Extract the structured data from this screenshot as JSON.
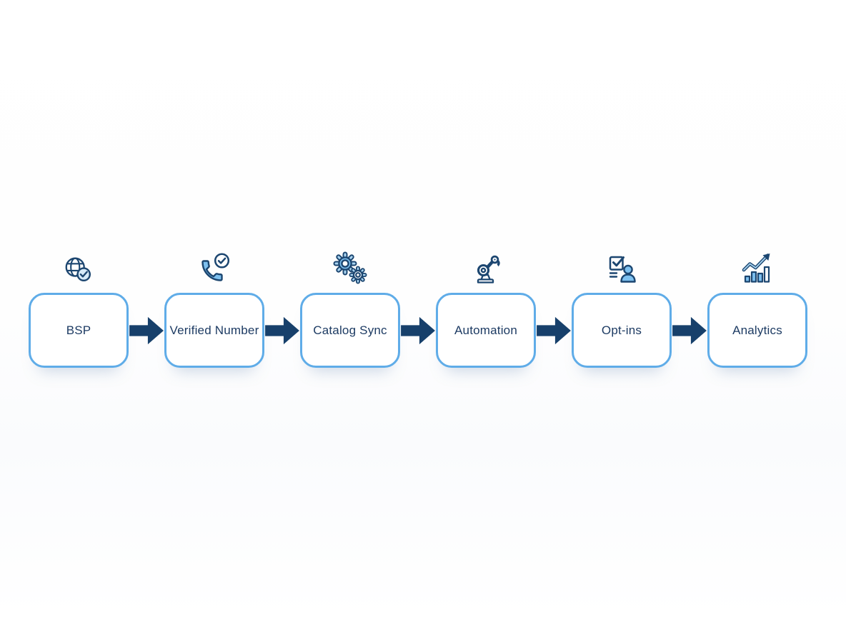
{
  "flow": {
    "steps": [
      {
        "label": "BSP",
        "icon": "globe-verified-icon"
      },
      {
        "label": "Verified Number",
        "icon": "phone-verified-icon"
      },
      {
        "label": "Catalog Sync",
        "icon": "gears-icon"
      },
      {
        "label": "Automation",
        "icon": "robot-arm-icon"
      },
      {
        "label": "Opt-ins",
        "icon": "checkbox-user-icon"
      },
      {
        "label": "Analytics",
        "icon": "bar-chart-growth-icon"
      }
    ],
    "colors": {
      "box_border": "#5face8",
      "box_background": "#ffffff",
      "arrow": "#17406b",
      "label_text": "#1d3b63",
      "icon_dark": "#1c4670",
      "icon_light": "#7ec1f0",
      "icon_light_soft": "#a9d4f1",
      "icon_pale": "#d6eaf8"
    }
  }
}
